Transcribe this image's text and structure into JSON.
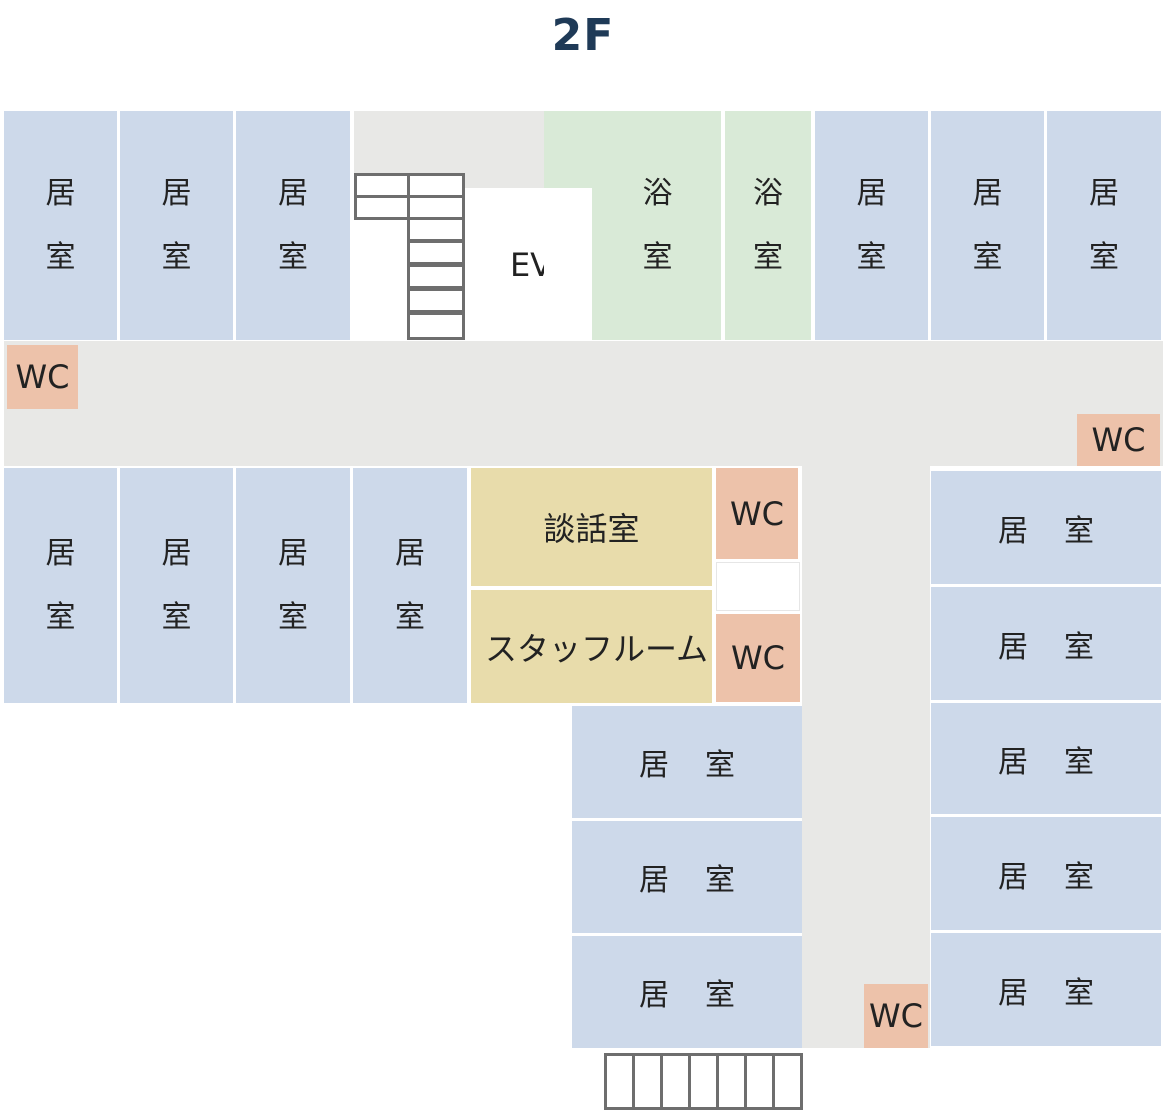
{
  "floor_label": "2F",
  "labels": {
    "room_char1": "居",
    "room_char2": "室",
    "bath_char1": "浴",
    "bath_char2": "室",
    "wc": "WC",
    "ev": "EV",
    "lounge": "談話室",
    "staff_room": "スタッフルーム"
  },
  "colors": {
    "title": "#1f3a57",
    "room": "#cdd9ea",
    "bath": "#d9ead7",
    "corridor": "#e8e8e6",
    "wc": "#edc2aa",
    "lounge": "#e8dcab"
  }
}
